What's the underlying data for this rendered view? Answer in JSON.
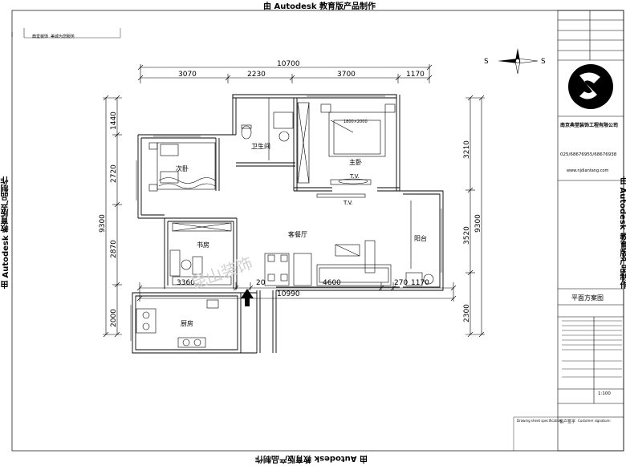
{
  "watermark": {
    "text": "由 Autodesk 教育版产品制作"
  },
  "header_tags": [
    "典堂装饰",
    "美城为您服务"
  ],
  "compass": {
    "west": "S",
    "east": "S"
  },
  "plan": {
    "dimensions_top": {
      "overall": "10700",
      "segments": [
        "3070",
        "2230",
        "3700",
        "1170"
      ]
    },
    "dimensions_bottom": {
      "overall": "10990",
      "segments": [
        "3360",
        "20",
        "4600",
        "270",
        "1170"
      ]
    },
    "dimensions_left": {
      "overall": "9300",
      "segments": [
        "1440",
        "2720",
        "2870",
        "2000"
      ]
    },
    "dimensions_right": {
      "overall": "9300",
      "segments": [
        "3210",
        "3520",
        "2300"
      ]
    },
    "rooms": {
      "second_bedroom": "次卧",
      "bathroom": "卫生间",
      "master_bedroom": "主卧",
      "study": "书房",
      "living_dining": "客餐厅",
      "balcony": "阳台",
      "kitchen": "厨房"
    },
    "tv_labels": [
      "T.V.",
      "T.V."
    ],
    "bed_size": "1800×2000",
    "watermark_logo": "昆山装饰"
  },
  "title_block": {
    "company": "南京典堂装饰工程有限公司",
    "phone": "025/68676955/68676938",
    "website": "www.njdiantang.com",
    "drawing_title": "平面方案图",
    "scale": "1:100",
    "bottom_labels": [
      "Drawing sheet specification",
      "客户签字",
      "Customer signature:"
    ]
  }
}
